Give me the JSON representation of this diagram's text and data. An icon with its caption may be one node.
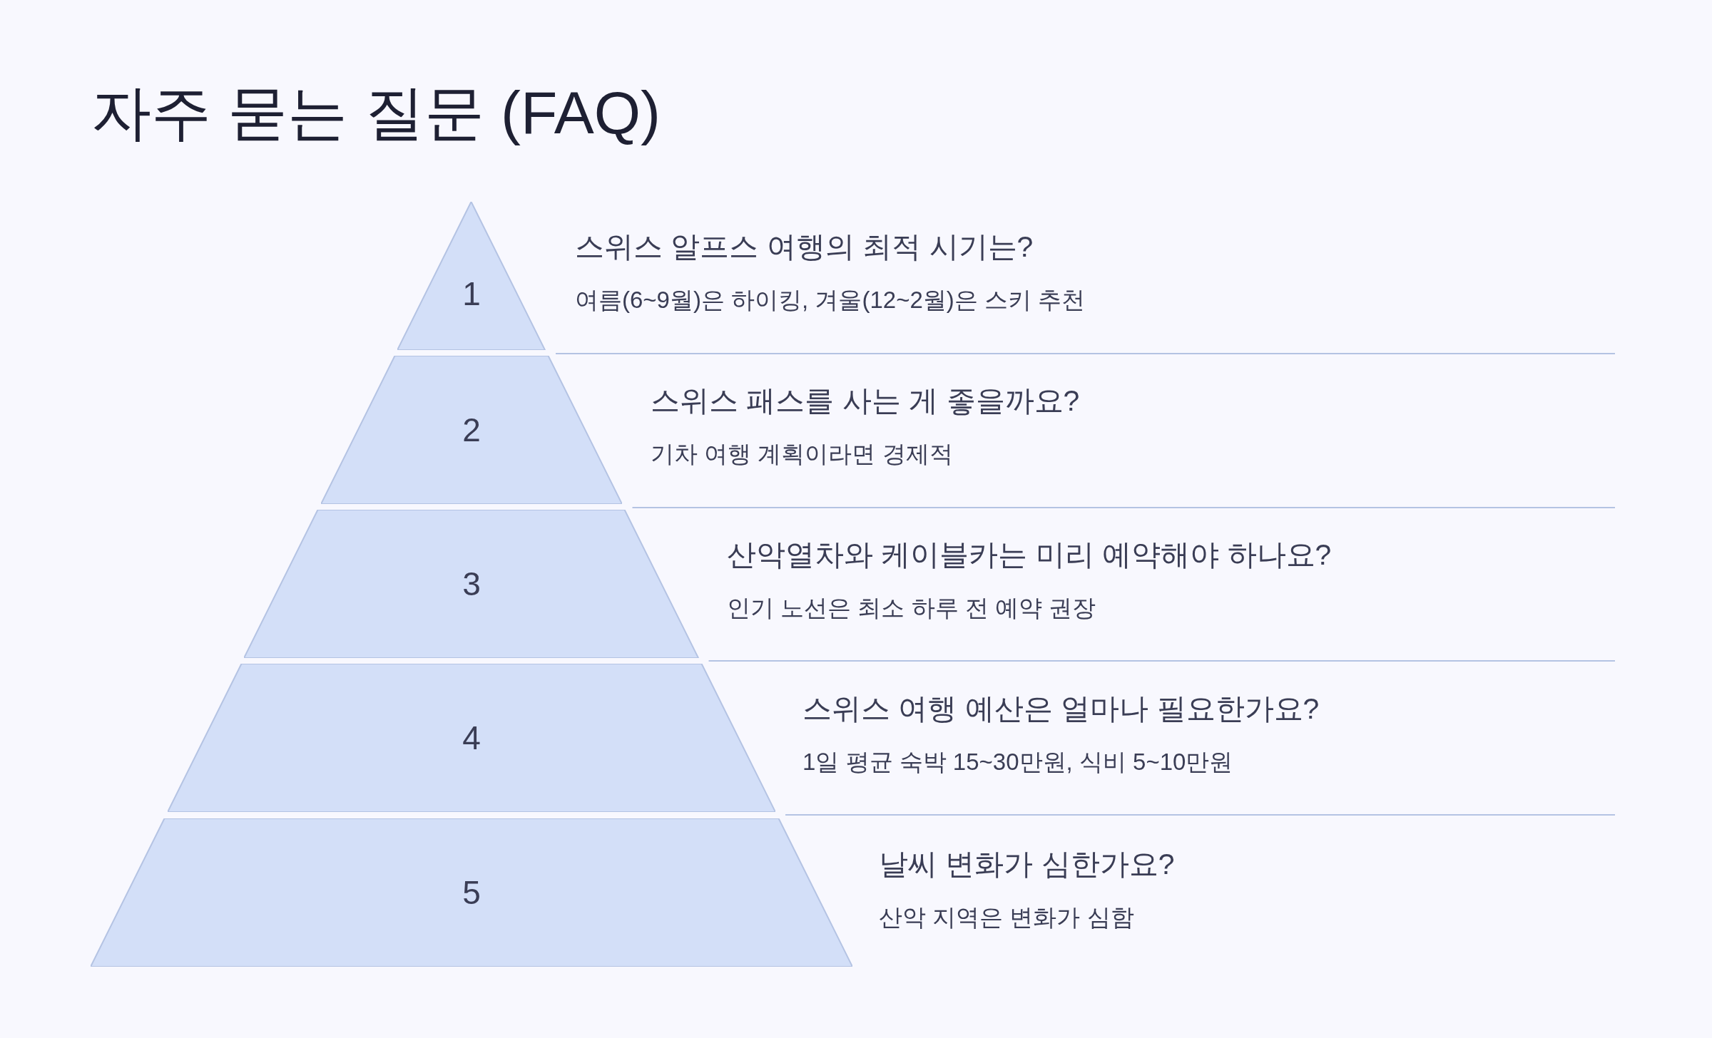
{
  "diagram": {
    "title": "자주 묻는 질문 (FAQ)",
    "nodes": [
      {
        "text": [
          "1"
        ],
        "beside": [
          "스위스 알프스 여행의 최적 시기는?",
          "여름(6~9월)은 하이킹, 겨울(12~2월)은 스키 추천"
        ]
      },
      {
        "text": [
          "2"
        ],
        "beside": [
          "스위스 패스를 사는 게 좋을까요?",
          "기차 여행 계획이라면 경제적"
        ]
      },
      {
        "text": [
          "3"
        ],
        "beside": [
          "산악열차와 케이블카는 미리 예약해야 하나요?",
          "인기 노선은 최소 하루 전 예약 권장"
        ]
      },
      {
        "text": [
          "4"
        ],
        "beside": [
          "스위스 여행 예산은 얼마나 필요한가요?",
          "1일 평균 숙박 15~30만원, 식비 5~10만원"
        ]
      },
      {
        "text": [
          "5"
        ],
        "beside": [
          "날씨 변화가 심한가요?",
          "산악 지역은 변화가 심함"
        ]
      }
    ]
  }
}
